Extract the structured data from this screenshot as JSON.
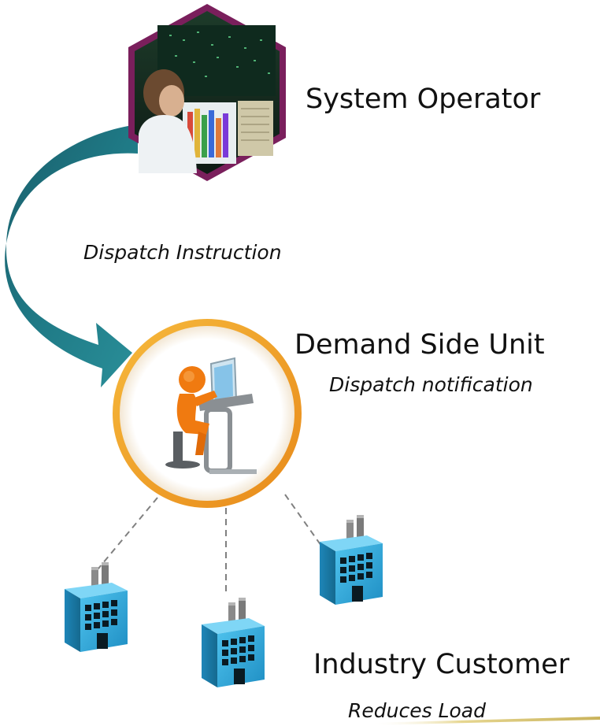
{
  "nodes": {
    "system_operator": {
      "label": "System Operator",
      "icon": "operator-workstation-photo"
    },
    "demand_side_unit": {
      "label": "Demand Side Unit",
      "sublabel": "Dispatch notification",
      "icon": "person-at-computer-icon"
    },
    "industry_customer": {
      "label": "Industry Customer",
      "sublabel": "Reduces Load",
      "icon": "factory-building-icon"
    }
  },
  "edges": {
    "dispatch": {
      "label": "Dispatch Instruction"
    }
  },
  "colors": {
    "hexagon_border": "#7a1f5c",
    "arrow": "#1f7a86",
    "circle_ring": "#f0a028",
    "building": "#29a6d8",
    "connector": "#808080",
    "person": "#f07a10",
    "accent_line": "#d9c46a"
  }
}
